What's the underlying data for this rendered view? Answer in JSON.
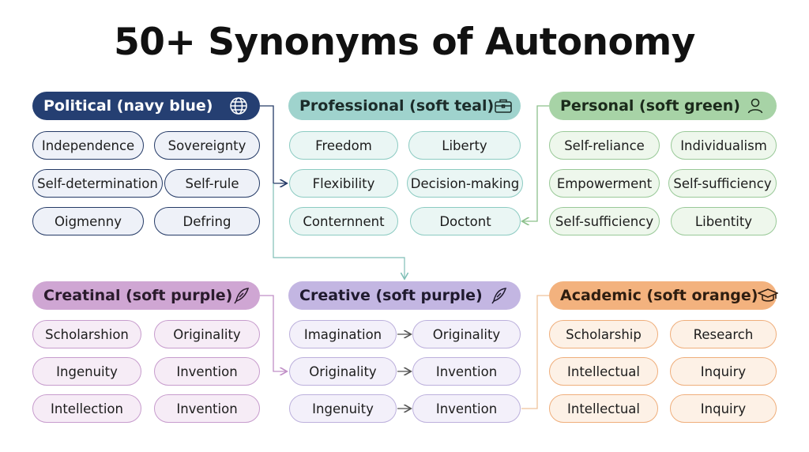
{
  "title": "50+ Synonyms of Autonomy",
  "colors": {
    "navy_header": "#253f72",
    "navy_border": "#243a66",
    "navy_fill": "#eef1f8",
    "teal_header": "#9fd3cd",
    "teal_border": "#8ccbc2",
    "teal_fill": "#eaf6f4",
    "green_header": "#a7d3a6",
    "green_border": "#99c998",
    "green_fill": "#eef7ec",
    "purple_header": "#cfa6d3",
    "purple_border": "#c79ccd",
    "purple_fill": "#f6ecf6",
    "lavender_header": "#c3b6e2",
    "lavender_border": "#bcb0dc",
    "lavender_fill": "#f3f0fa",
    "orange_header": "#f3b27e",
    "orange_border": "#efae7b",
    "orange_fill": "#fdf1e6"
  },
  "groups": {
    "political": {
      "label": "Political (navy blue)",
      "icon": "globe-icon",
      "items": [
        "Independence",
        "Sovereignty",
        "Self-determination",
        "Self-rule",
        "Oigmenny",
        "Defring"
      ]
    },
    "professional": {
      "label": "Professional (soft teal)",
      "icon": "briefcase-icon",
      "items": [
        "Freedom",
        "Liberty",
        "Flexibility",
        "Decision-making",
        "Conternnent",
        "Doctont"
      ]
    },
    "personal": {
      "label": "Personal (soft green)",
      "icon": "person-icon",
      "items": [
        "Self-reliance",
        "Individualism",
        "Empowerment",
        "Self-sufficiency",
        "Self-sufficiency",
        "Libentity"
      ]
    },
    "creatinal": {
      "label": "Creatinal (soft purple)",
      "icon": "quill-icon",
      "items": [
        "Scholarshion",
        "Originality",
        "Ingenuity",
        "Invention",
        "Intellection",
        "Invention"
      ]
    },
    "creative": {
      "label": "Creative (soft purple)",
      "icon": "quill-icon",
      "items": [
        "Imagination",
        "Originality",
        "Originality",
        "Invention",
        "Ingenuity",
        "Invention"
      ]
    },
    "academic": {
      "label": "Academic (soft orange)",
      "icon": "graduation-cap-icon",
      "items": [
        "Scholarship",
        "Research",
        "Intellectual",
        "Inquiry",
        "Intellectual",
        "Inquiry"
      ]
    }
  }
}
